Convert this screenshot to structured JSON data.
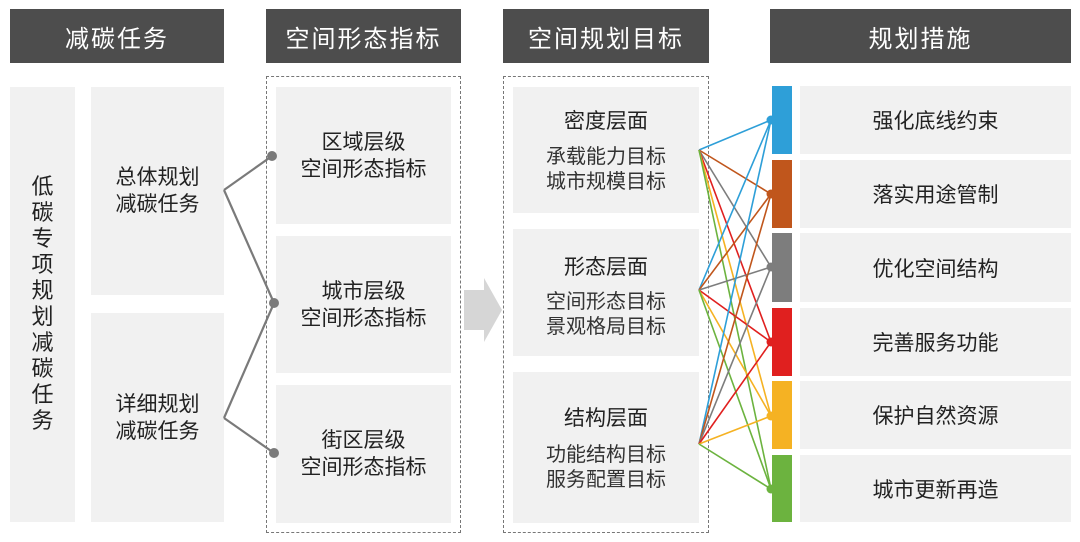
{
  "headers": {
    "col1": "减碳任务",
    "col2": "空间形态指标",
    "col3": "空间规划目标",
    "col4": "规划措施"
  },
  "left_label": "低碳专项规划减碳任务",
  "tasks": [
    {
      "line1": "总体规划",
      "line2": "减碳任务"
    },
    {
      "line1": "详细规划",
      "line2": "减碳任务"
    }
  ],
  "indicators": [
    {
      "line1": "区域层级",
      "line2": "空间形态指标"
    },
    {
      "line1": "城市层级",
      "line2": "空间形态指标"
    },
    {
      "line1": "街区层级",
      "line2": "空间形态指标"
    }
  ],
  "targets": [
    {
      "title": "密度层面",
      "line1": "承载能力目标",
      "line2": "城市规模目标"
    },
    {
      "title": "形态层面",
      "line1": "空间形态目标",
      "line2": "景观格局目标"
    },
    {
      "title": "结构层面",
      "line1": "功能结构目标",
      "line2": "服务配置目标"
    }
  ],
  "measures": [
    {
      "label": "强化底线约束",
      "color": "#2e9fd8"
    },
    {
      "label": "落实用途管制",
      "color": "#c0561c"
    },
    {
      "label": "优化空间结构",
      "color": "#7d7d7d"
    },
    {
      "label": "完善服务功能",
      "color": "#e0201f"
    },
    {
      "label": "保护自然资源",
      "color": "#f5b223"
    },
    {
      "label": "城市更新再造",
      "color": "#6cb33f"
    }
  ]
}
